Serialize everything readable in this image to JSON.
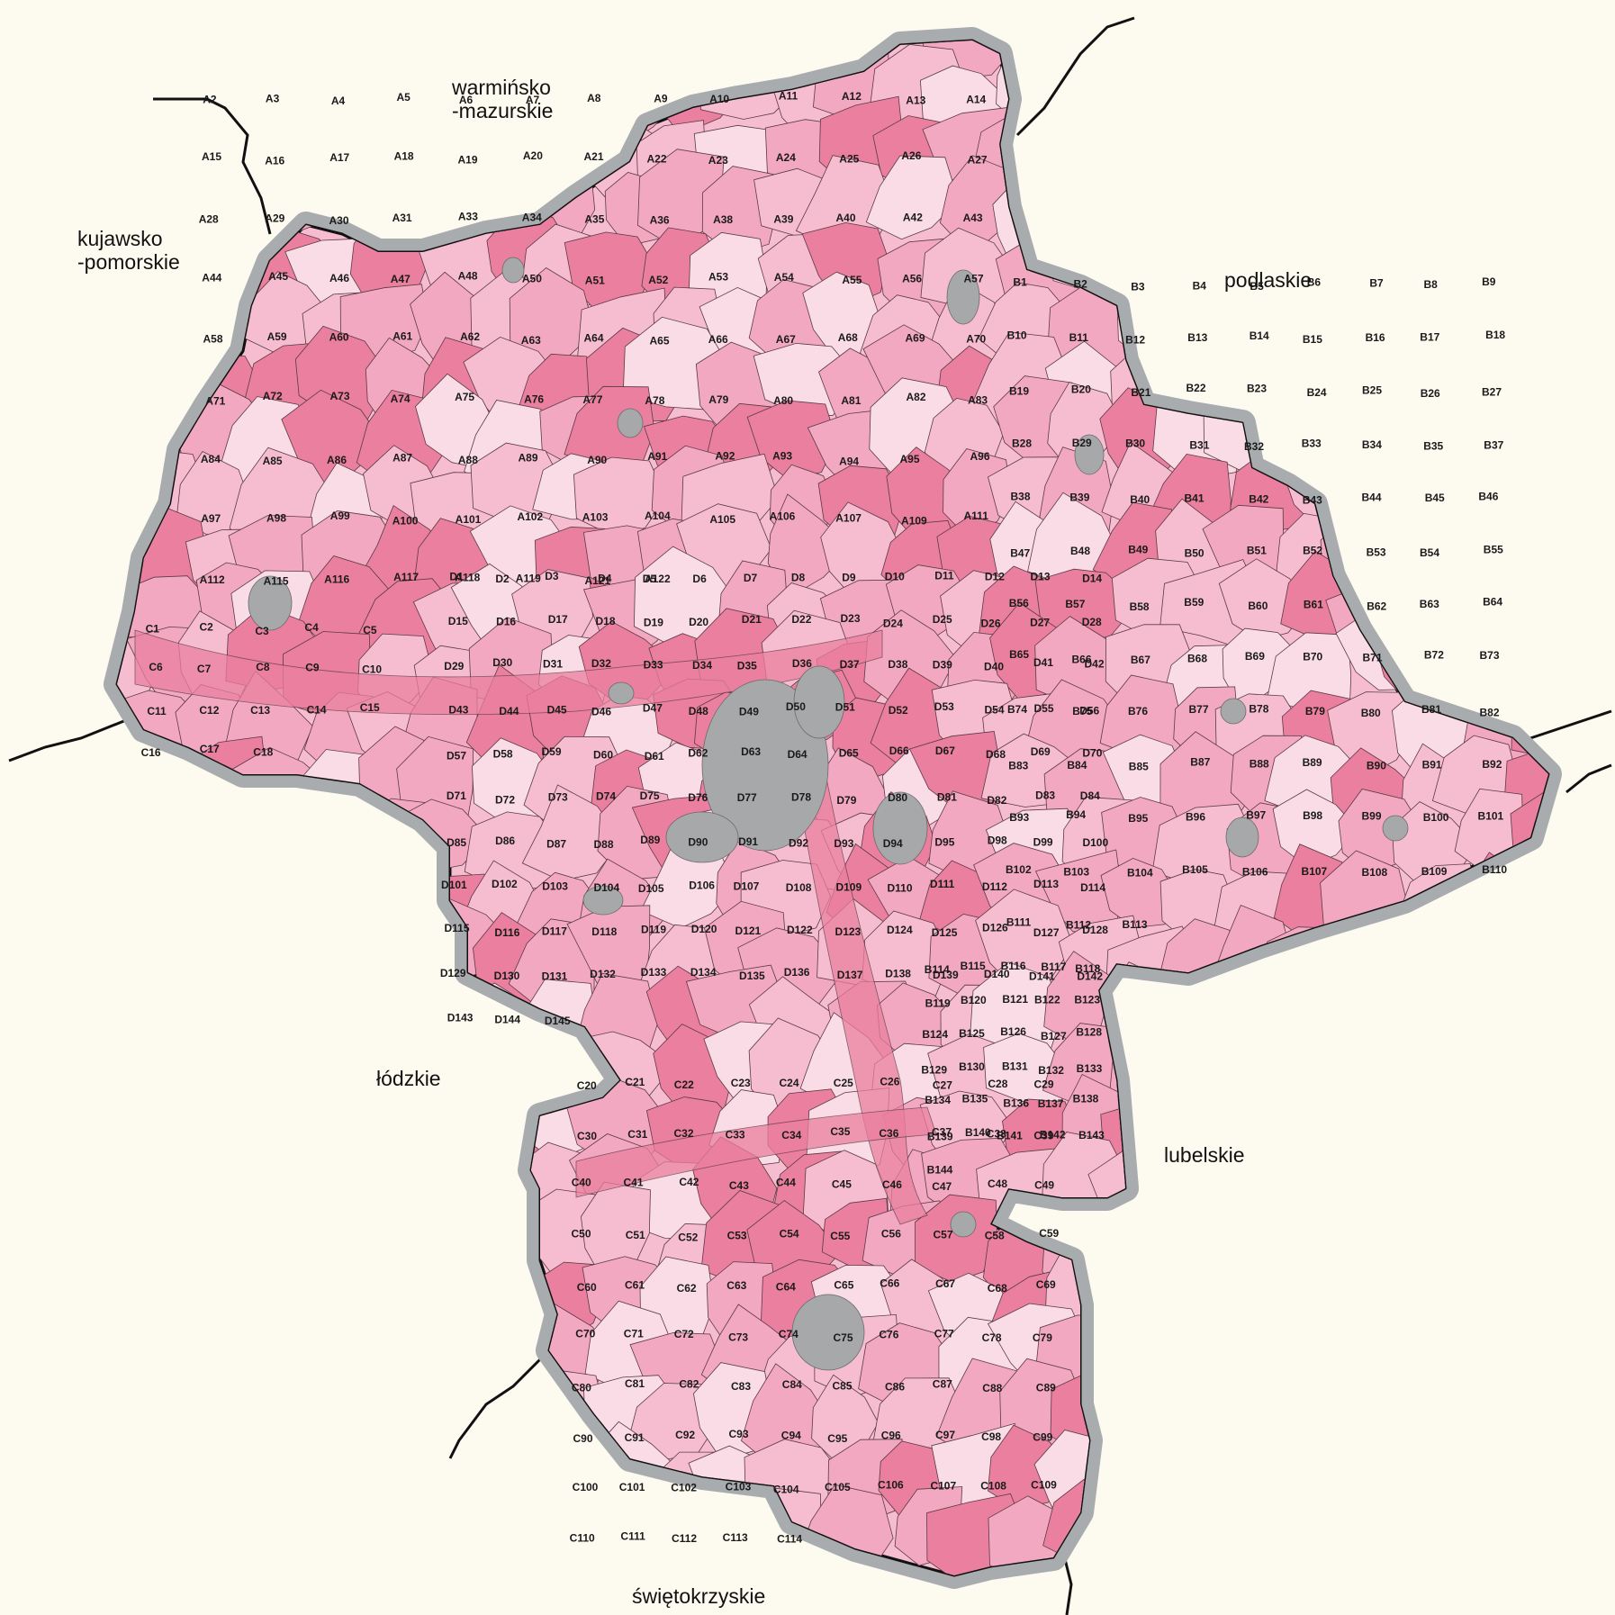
{
  "map": {
    "colors": {
      "background": "#fdfaf0",
      "halo": "#a9acae",
      "border": "#111111",
      "class_light": "#fadce6",
      "class_medium_light": "#f6bdd1",
      "class_medium": "#f3a8c1",
      "class_dark": "#ea7f9f",
      "urban_gray": "#a7a8aa"
    },
    "neighbors": [
      {
        "id": "warminsko",
        "text": "warmińsko\n-mazurskie"
      },
      {
        "id": "kujawsko",
        "text": "kujawsko\n-pomorskie"
      },
      {
        "id": "podlaskie",
        "text": "podlaskie"
      },
      {
        "id": "lodzkie",
        "text": "łódzkie"
      },
      {
        "id": "lubelskie",
        "text": "lubelskie"
      },
      {
        "id": "swietokrzyskie",
        "text": "świętokrzyskie"
      }
    ],
    "unit_labels": [
      "A2",
      "A3",
      "A4",
      "A5",
      "A6",
      "A7",
      "A8",
      "A9",
      "A10",
      "A11",
      "A12",
      "A13",
      "A14",
      "A15",
      "A16",
      "A17",
      "A18",
      "A19",
      "A20",
      "A21",
      "A22",
      "A23",
      "A24",
      "A25",
      "A26",
      "A27",
      "A28",
      "A29",
      "A30",
      "A31",
      "A33",
      "A34",
      "A35",
      "A36",
      "A38",
      "A39",
      "A40",
      "A42",
      "A43",
      "A44",
      "A45",
      "A46",
      "A47",
      "A48",
      "A50",
      "A51",
      "A52",
      "A53",
      "A54",
      "A55",
      "A56",
      "A57",
      "A58",
      "A59",
      "A60",
      "A61",
      "A62",
      "A63",
      "A64",
      "A65",
      "A66",
      "A67",
      "A68",
      "A69",
      "A70",
      "A71",
      "A72",
      "A73",
      "A74",
      "A75",
      "A76",
      "A77",
      "A78",
      "A79",
      "A80",
      "A81",
      "A82",
      "A83",
      "A84",
      "A85",
      "A86",
      "A87",
      "A88",
      "A89",
      "A90",
      "A91",
      "A92",
      "A93",
      "A94",
      "A95",
      "A96",
      "A97",
      "A98",
      "A99",
      "A100",
      "A101",
      "A102",
      "A103",
      "A104",
      "A105",
      "A106",
      "A107",
      "A109",
      "A111",
      "A112",
      "A115",
      "A116",
      "A117",
      "A118",
      "A119",
      "A121",
      "A122",
      "B1",
      "B2",
      "B3",
      "B4",
      "B5",
      "B6",
      "B7",
      "B8",
      "B9",
      "B10",
      "B11",
      "B12",
      "B13",
      "B14",
      "B15",
      "B16",
      "B17",
      "B18",
      "B19",
      "B20",
      "B21",
      "B22",
      "B23",
      "B24",
      "B25",
      "B26",
      "B27",
      "B28",
      "B29",
      "B30",
      "B31",
      "B32",
      "B33",
      "B34",
      "B35",
      "B37",
      "B38",
      "B39",
      "B40",
      "B41",
      "B42",
      "B43",
      "B44",
      "B45",
      "B46",
      "B47",
      "B48",
      "B49",
      "B50",
      "B51",
      "B52",
      "B53",
      "B54",
      "B55",
      "B56",
      "B57",
      "B58",
      "B59",
      "B60",
      "B61",
      "B62",
      "B63",
      "B64",
      "B65",
      "B66",
      "B67",
      "B68",
      "B69",
      "B70",
      "B71",
      "B72",
      "B73",
      "B74",
      "B75",
      "B76",
      "B77",
      "B78",
      "B79",
      "B80",
      "B81",
      "B82",
      "B83",
      "B84",
      "B85",
      "B87",
      "B88",
      "B89",
      "B90",
      "B91",
      "B92",
      "B93",
      "B94",
      "B95",
      "B96",
      "B97",
      "B98",
      "B99",
      "B100",
      "B101",
      "B102",
      "B103",
      "B104",
      "B105",
      "B106",
      "B107",
      "B108",
      "B109",
      "B110",
      "B111",
      "B112",
      "B113",
      "B114",
      "B115",
      "B116",
      "B117",
      "B118",
      "B119",
      "B120",
      "B121",
      "B122",
      "B123",
      "B124",
      "B125",
      "B126",
      "B127",
      "B128",
      "B129",
      "B130",
      "B131",
      "B132",
      "B133",
      "B134",
      "B135",
      "B136",
      "B137",
      "B138",
      "B139",
      "B140",
      "B141",
      "B142",
      "B143",
      "B144",
      "C1",
      "C2",
      "C3",
      "C4",
      "C5",
      "C6",
      "C7",
      "C8",
      "C9",
      "C10",
      "C11",
      "C12",
      "C13",
      "C14",
      "C15",
      "C16",
      "C17",
      "C18",
      "C20",
      "C21",
      "C22",
      "C23",
      "C24",
      "C25",
      "C26",
      "C27",
      "C28",
      "C29",
      "C30",
      "C31",
      "C32",
      "C33",
      "C34",
      "C35",
      "C36",
      "C37",
      "C38",
      "C39",
      "C40",
      "C41",
      "C42",
      "C43",
      "C44",
      "C45",
      "C46",
      "C47",
      "C48",
      "C49",
      "C50",
      "C51",
      "C52",
      "C53",
      "C54",
      "C55",
      "C56",
      "C57",
      "C58",
      "C59",
      "C60",
      "C61",
      "C62",
      "C63",
      "C64",
      "C65",
      "C66",
      "C67",
      "C68",
      "C69",
      "C70",
      "C71",
      "C72",
      "C73",
      "C74",
      "C75",
      "C76",
      "C77",
      "C78",
      "C79",
      "C80",
      "C81",
      "C82",
      "C83",
      "C84",
      "C85",
      "C86",
      "C87",
      "C88",
      "C89",
      "C90",
      "C91",
      "C92",
      "C93",
      "C94",
      "C95",
      "C96",
      "C97",
      "C98",
      "C99",
      "C100",
      "C101",
      "C102",
      "C103",
      "C104",
      "C105",
      "C106",
      "C107",
      "C108",
      "C109",
      "C110",
      "C111",
      "C112",
      "C113",
      "C114",
      "D1",
      "D2",
      "D3",
      "D4",
      "D5",
      "D6",
      "D7",
      "D8",
      "D9",
      "D10",
      "D11",
      "D12",
      "D13",
      "D14",
      "D15",
      "D16",
      "D17",
      "D18",
      "D19",
      "D20",
      "D21",
      "D22",
      "D23",
      "D24",
      "D25",
      "D26",
      "D27",
      "D28",
      "D29",
      "D30",
      "D31",
      "D32",
      "D33",
      "D34",
      "D35",
      "D36",
      "D37",
      "D38",
      "D39",
      "D40",
      "D41",
      "D42",
      "D43",
      "D44",
      "D45",
      "D46",
      "D47",
      "D48",
      "D49",
      "D50",
      "D51",
      "D52",
      "D53",
      "D54",
      "D55",
      "D56",
      "D57",
      "D58",
      "D59",
      "D60",
      "D61",
      "D62",
      "D63",
      "D64",
      "D65",
      "D66",
      "D67",
      "D68",
      "D69",
      "D70",
      "D71",
      "D72",
      "D73",
      "D74",
      "D75",
      "D76",
      "D77",
      "D78",
      "D79",
      "D80",
      "D81",
      "D82",
      "D83",
      "D84",
      "D85",
      "D86",
      "D87",
      "D88",
      "D89",
      "D90",
      "D91",
      "D92",
      "D93",
      "D94",
      "D95",
      "D98",
      "D99",
      "D100",
      "D101",
      "D102",
      "D103",
      "D104",
      "D105",
      "D106",
      "D107",
      "D108",
      "D109",
      "D110",
      "D111",
      "D112",
      "D113",
      "D114",
      "D115",
      "D116",
      "D117",
      "D118",
      "D119",
      "D120",
      "D121",
      "D122",
      "D123",
      "D124",
      "D125",
      "D126",
      "D127",
      "D128",
      "D129",
      "D130",
      "D131",
      "D132",
      "D133",
      "D134",
      "D135",
      "D136",
      "D137",
      "D138",
      "D139",
      "D140",
      "D141",
      "D142",
      "D143",
      "D144",
      "D145"
    ]
  }
}
